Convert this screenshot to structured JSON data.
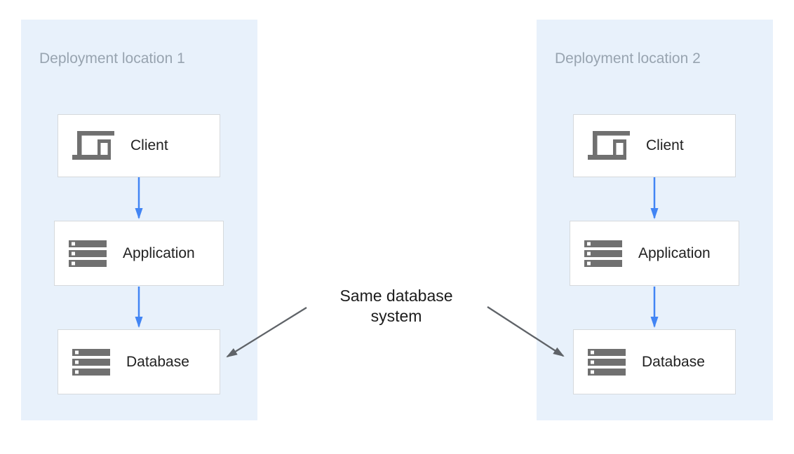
{
  "panels": [
    {
      "title": "Deployment location 1",
      "nodes": [
        {
          "label": "Client",
          "icon": "client-devices-icon"
        },
        {
          "label": "Application",
          "icon": "server-stack-icon"
        },
        {
          "label": "Database",
          "icon": "server-stack-icon"
        }
      ]
    },
    {
      "title": "Deployment location 2",
      "nodes": [
        {
          "label": "Client",
          "icon": "client-devices-icon"
        },
        {
          "label": "Application",
          "icon": "server-stack-icon"
        },
        {
          "label": "Database",
          "icon": "server-stack-icon"
        }
      ]
    }
  ],
  "center_label": {
    "line1": "Same database",
    "line2": "system"
  },
  "colors": {
    "panel_background": "#e8f1fb",
    "flow_arrow_blue": "#4285f4",
    "annotation_arrow_gray": "#5f6368",
    "icon_gray": "#707070",
    "box_border": "#d6d9dc",
    "panel_title_text": "#98a4b0",
    "node_label_text": "#212121"
  }
}
